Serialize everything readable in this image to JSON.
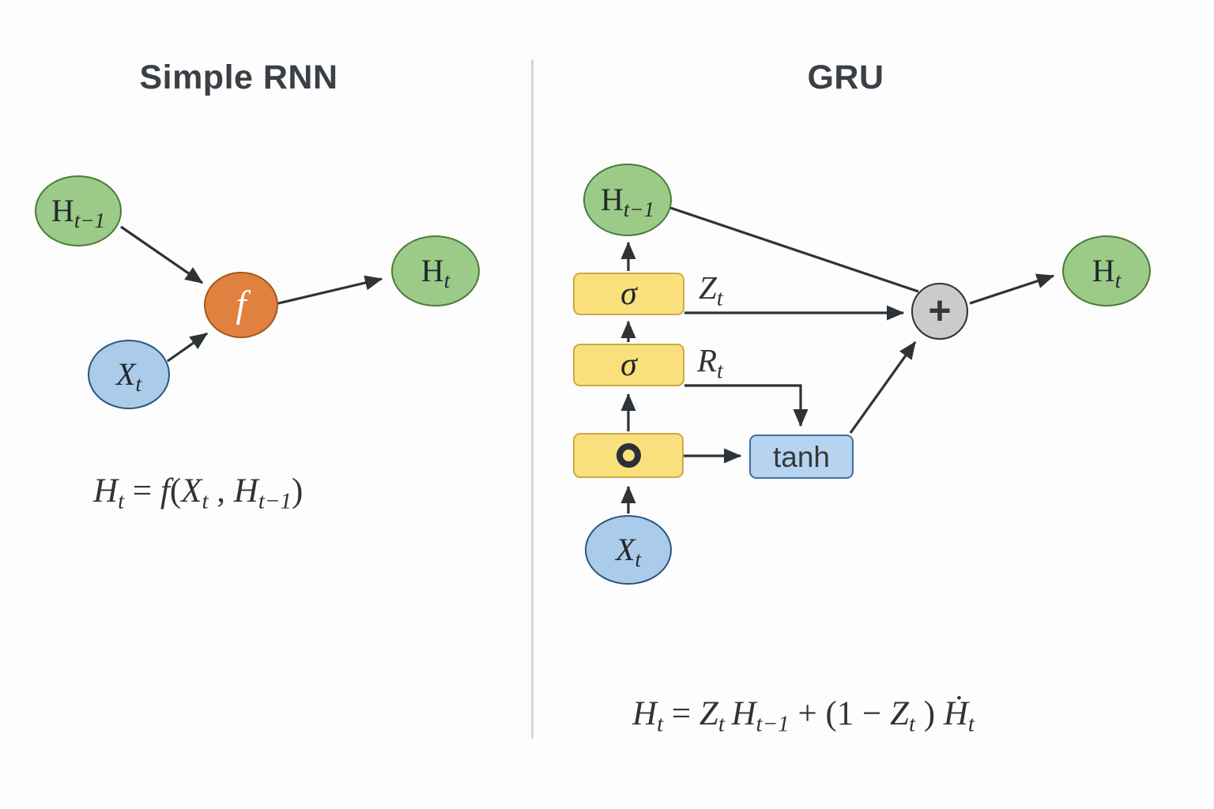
{
  "rnn": {
    "title": "Simple RNN",
    "nodes": {
      "h_prev": {
        "base": "H",
        "sub": "t−1"
      },
      "x": {
        "base": "X",
        "sub": "t"
      },
      "f": {
        "label": "f"
      },
      "h": {
        "base": "H",
        "sub": "t"
      }
    },
    "formula": {
      "h": "H",
      "h_sub": "t",
      "eq": " = ",
      "f": "f",
      "open": "(",
      "x": "X",
      "x_sub": "t",
      "comma": " , ",
      "h2": "H",
      "h2_sub": "t−1",
      "close": ")"
    }
  },
  "gru": {
    "title": "GRU",
    "nodes": {
      "h_prev": {
        "base": "H",
        "sub": "t−1"
      },
      "sigma_z": {
        "label": "σ"
      },
      "sigma_r": {
        "label": "σ"
      },
      "hadamard": {
        "icon": "hadamard-circle-icon"
      },
      "x": {
        "base": "X",
        "sub": "t"
      },
      "tanh": {
        "label": "tanh"
      },
      "sum": {
        "label": "+"
      },
      "h": {
        "base": "H",
        "sub": "t"
      }
    },
    "edge_labels": {
      "z": {
        "base": "Z",
        "sub": "t"
      },
      "r": {
        "base": "R",
        "sub": "t"
      }
    },
    "formula": {
      "h": "H",
      "h_sub": "t",
      "eq": " = ",
      "z": "Z",
      "z_sub": "t",
      "hprev": "H",
      "hprev_sub": "t−1",
      "plus": " + ",
      "open": "(",
      "one": "1",
      "minus": " − ",
      "z2": "Z",
      "z2_sub": "t",
      "close": " ) ",
      "hdot": "Ḣ",
      "hdot_sub": "t"
    }
  },
  "colors": {
    "state_node_fill": "#9cca88",
    "state_node_border": "#4d7b37",
    "input_node_fill": "#aacbe9",
    "input_node_border": "#27567e",
    "function_node_fill": "#e08140",
    "function_node_border": "#a2581f",
    "gate_box_fill": "#f9e07c",
    "gate_box_border": "#cfa845",
    "tanh_box_fill": "#b7d3ef",
    "tanh_box_border": "#3e6ea6",
    "sum_node_fill": "#cbcbcb",
    "edge_stroke": "#2e3338",
    "title_text": "#3b4046"
  }
}
